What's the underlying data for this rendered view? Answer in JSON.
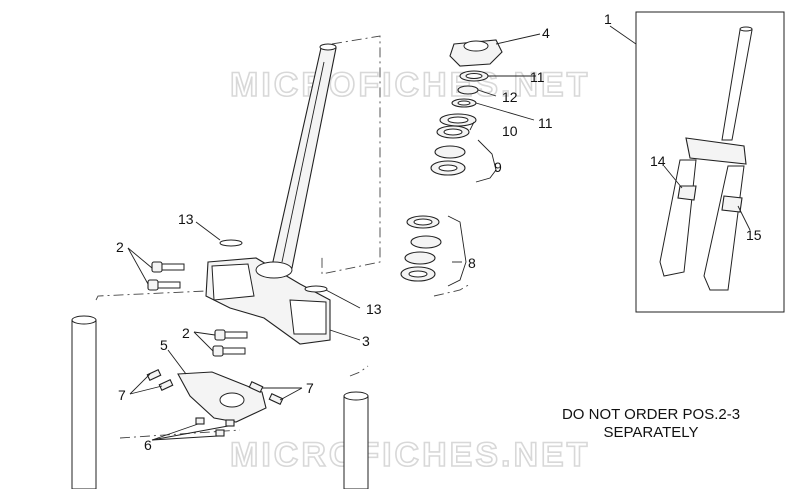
{
  "watermark": [
    "MICROFICHES.NET",
    "MICROFICHES.NET"
  ],
  "note": {
    "line1": "DO NOT ORDER POS.2-3",
    "line2": "SEPARATELY"
  },
  "callouts": {
    "c1": "1",
    "c2a": "2",
    "c2b": "2",
    "c3": "3",
    "c4": "4",
    "c5": "5",
    "c6": "6",
    "c7a": "7",
    "c7b": "7",
    "c8": "8",
    "c9": "9",
    "c10": "10",
    "c11a": "11",
    "c11b": "11",
    "c12": "12",
    "c13a": "13",
    "c13b": "13",
    "c14": "14",
    "c15": "15"
  }
}
